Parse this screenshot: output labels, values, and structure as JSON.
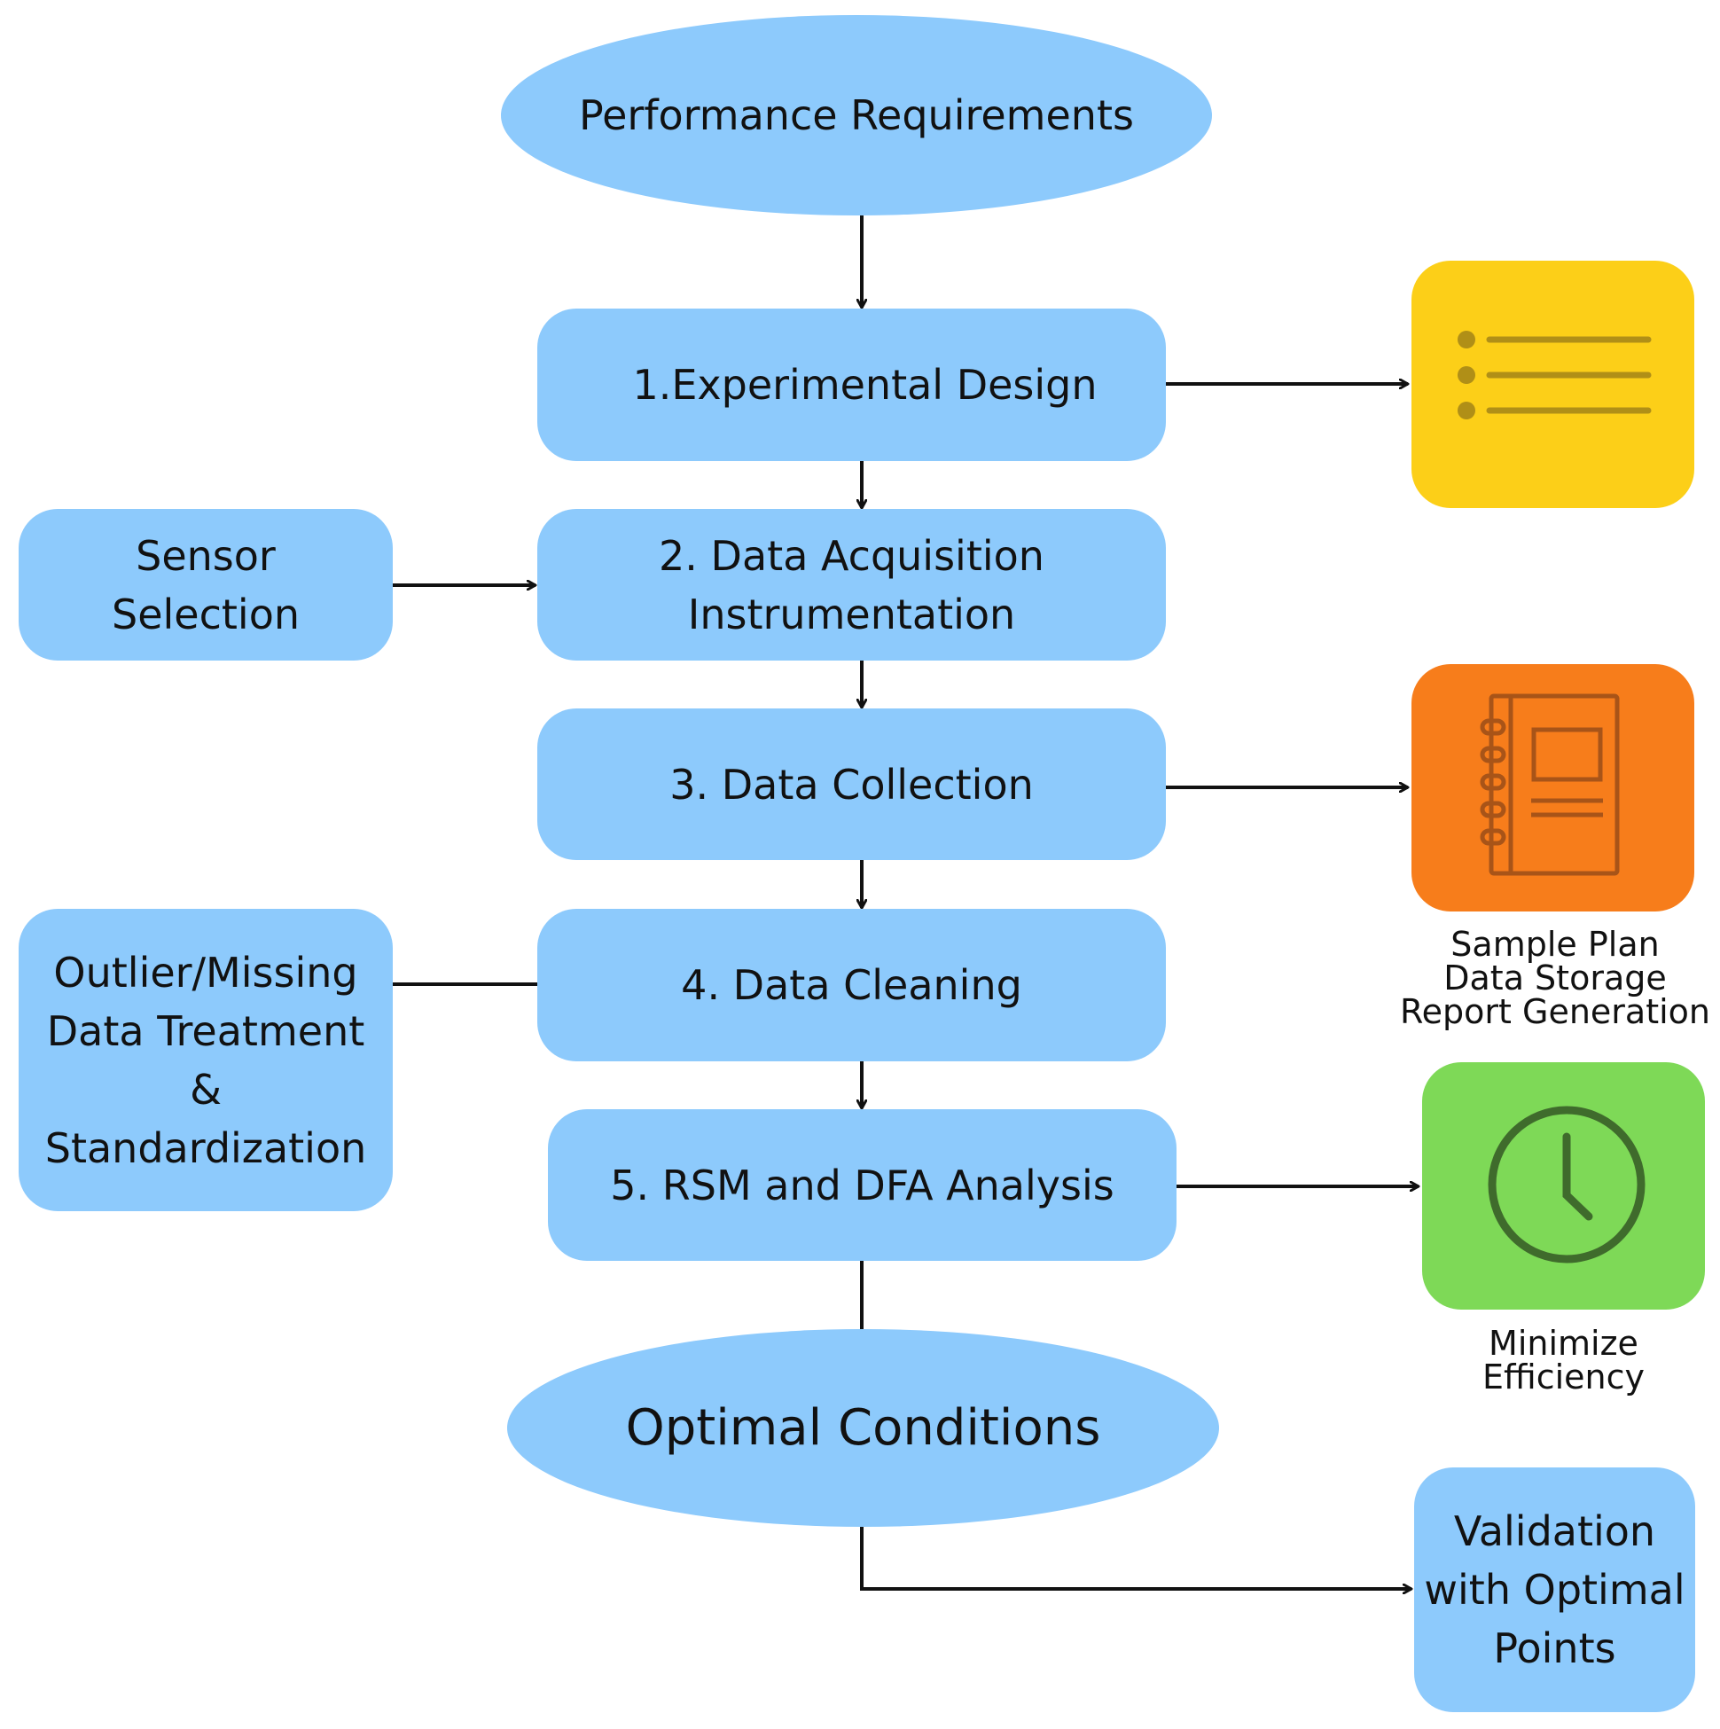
{
  "nodes": {
    "performance_requirements": "Performance Requirements",
    "experimental_design": "1.Experimental Design",
    "data_acquisition": [
      "2. Data Acquisition",
      "Instrumentation"
    ],
    "data_collection": "3. Data Collection",
    "data_cleaning": "4. Data Cleaning",
    "rsm_dfa_analysis": "5. RSM and DFA Analysis",
    "optimal_conditions": "Optimal Conditions",
    "sensor_selection": [
      "Sensor",
      "Selection"
    ],
    "outlier_treatment": [
      "Outlier/Missing",
      "Data Treatment",
      "&",
      "Standardization"
    ],
    "validation": [
      "Validation",
      "with Optimal",
      "Points"
    ]
  },
  "icons": {
    "list": {
      "name": "list-icon",
      "color": "#fccf18"
    },
    "notebook": {
      "name": "notebook-icon",
      "color": "#f77d1b"
    },
    "clock": {
      "name": "clock-icon",
      "color": "#7ed957"
    }
  },
  "captions": {
    "notebook": [
      "Sample Plan",
      "Data Storage",
      "Report Generation"
    ],
    "clock": [
      "Minimize",
      "Efficiency"
    ]
  },
  "colors": {
    "node_fill": "#8dcafc",
    "arrow": "#111111"
  }
}
